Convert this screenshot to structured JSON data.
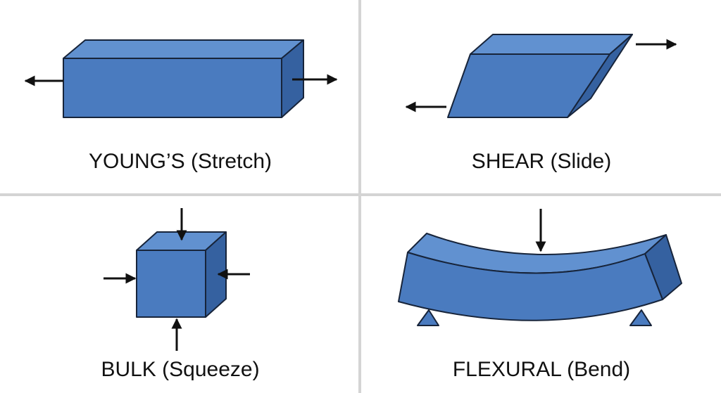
{
  "colors": {
    "face_front": "#4a7bbf",
    "face_top": "#6191d0",
    "face_side": "#3561a0",
    "outline": "#17243a",
    "arrow": "#111111",
    "divider": "#d4d4d4",
    "background": "#ffffff"
  },
  "panels": {
    "youngs": {
      "label": "YOUNG’S (Stretch)",
      "icon": "stretched-bar-icon"
    },
    "shear": {
      "label": "SHEAR (Slide)",
      "icon": "sheared-block-icon"
    },
    "bulk": {
      "label": "BULK (Squeeze)",
      "icon": "compressed-cube-icon"
    },
    "flexural": {
      "label": "FLEXURAL (Bend)",
      "icon": "bent-beam-icon"
    }
  }
}
